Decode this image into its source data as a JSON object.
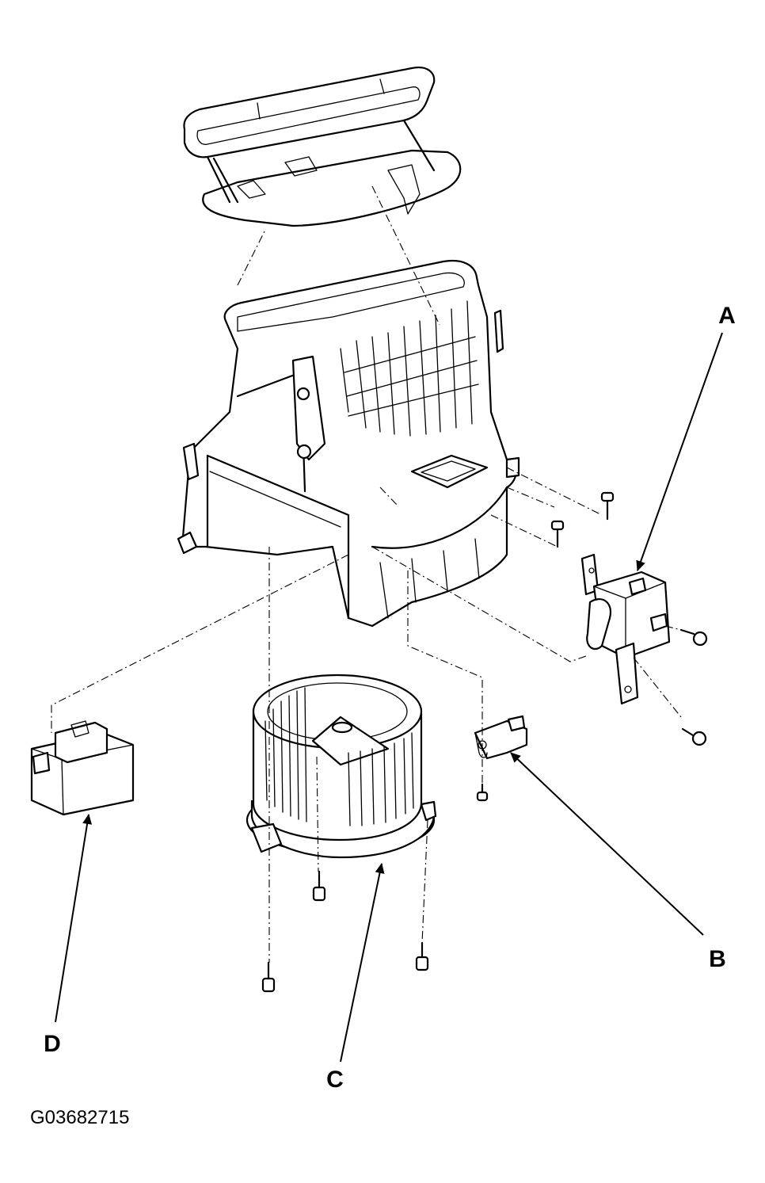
{
  "callouts": {
    "a": "A",
    "b": "B",
    "c": "C",
    "d": "D"
  },
  "figure_id": "G03682715"
}
